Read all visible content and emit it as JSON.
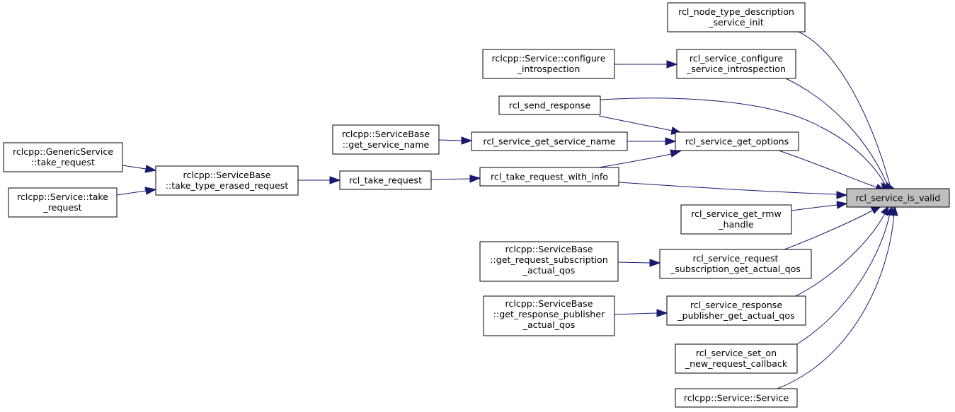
{
  "colors": {
    "edge": "#191970",
    "focus_fill": "#bfbfbf",
    "node_fill": "#ffffff",
    "border": "#000000"
  },
  "nodes": {
    "is_valid": [
      "rcl_service_is_valid"
    ],
    "node_type_desc": [
      "rcl_node_type_description",
      "_service_init"
    ],
    "configure_introspection": [
      "rcl_service_configure",
      "_service_introspection"
    ],
    "cpp_configure_introspection": [
      "rclcpp::Service::configure",
      "_introspection"
    ],
    "send_response": [
      "rcl_send_response"
    ],
    "get_options": [
      "rcl_service_get_options"
    ],
    "get_service_name": [
      "rcl_service_get_service_name"
    ],
    "cpp_get_service_name": [
      "rclcpp::ServiceBase",
      "::get_service_name"
    ],
    "take_request_with_info": [
      "rcl_take_request_with_info"
    ],
    "take_request": [
      "rcl_take_request"
    ],
    "cpp_take_type_erased": [
      "rclcpp::ServiceBase",
      "::take_type_erased_request"
    ],
    "cpp_generic_take": [
      "rclcpp::GenericService",
      "::take_request"
    ],
    "cpp_service_take": [
      "rclcpp::Service::take",
      "_request"
    ],
    "get_rmw_handle": [
      "rcl_service_get_rmw",
      "_handle"
    ],
    "request_sub_qos": [
      "rcl_service_request",
      "_subscription_get_actual_qos"
    ],
    "cpp_request_sub_qos": [
      "rclcpp::ServiceBase",
      "::get_request_subscription",
      "_actual_qos"
    ],
    "response_pub_qos": [
      "rcl_service_response",
      "_publisher_get_actual_qos"
    ],
    "cpp_response_pub_qos": [
      "rclcpp::ServiceBase",
      "::get_response_publisher",
      "_actual_qos"
    ],
    "set_callback": [
      "rcl_service_set_on",
      "_new_request_callback"
    ],
    "cpp_service_ctor": [
      "rclcpp::Service::Service"
    ]
  }
}
